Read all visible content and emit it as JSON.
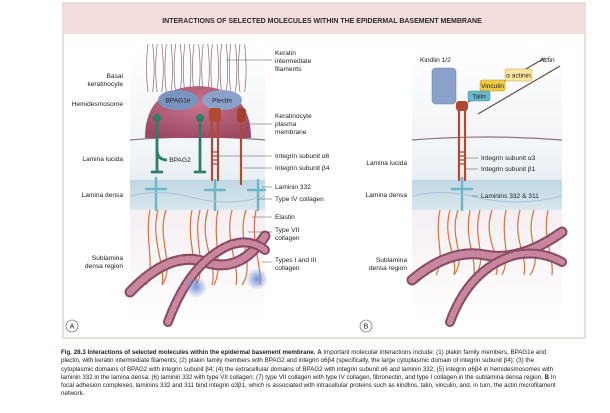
{
  "title": "INTERACTIONS OF SELECTED MOLECULES WITHIN THE EPIDERMAL BASEMENT MEMBRANE",
  "panel_a": {
    "letter": "A",
    "left_labels": {
      "basal_keratinocyte": [
        "Basal",
        "keratinocyte"
      ],
      "hemidesmosome": "Hemidesmosome",
      "lamina_lucida": "Lamina lucida",
      "lamina_densa": "Lamina densa",
      "sublamina": [
        "Sublamina",
        "densa region"
      ]
    },
    "inner_labels": {
      "bpag1e": "BPAG1e",
      "plectin": "Plectin",
      "bpag2": "BPAG2"
    },
    "right_labels": {
      "keratin": [
        "Keratin",
        "intermediate",
        "filaments"
      ],
      "plasma_membrane": [
        "Keratinocyte",
        "plasma",
        "membrane"
      ],
      "integrin_a6": "Integrin subunit α6",
      "integrin_b4": "Integrin subunit β4",
      "laminin": "Laminin 332",
      "collagen_iv": "Type IV collagen",
      "elastin": "Elastin",
      "collagen_vii": [
        "Type VII",
        "collagen"
      ],
      "collagen_i_iii": [
        "Types I and III",
        "collagen"
      ]
    }
  },
  "panel_b": {
    "letter": "B",
    "inner_labels": {
      "kindlin": "Kindlin 1/2",
      "actin": "Actin",
      "vinculin": "Vinculin",
      "alpha_actinin": "α actinin",
      "talin": "Talin"
    },
    "left_labels": {
      "lamina_lucida": "Lamina lucida",
      "lamina_densa": "Lamina densa",
      "sublamina": [
        "Sublamina",
        "densa region"
      ]
    },
    "right_labels": {
      "integrin_a3": "Integrin subunit α3",
      "integrin_b1": "Integrin subunit β1",
      "laminins": "Laminins 332 & 311"
    }
  },
  "caption": {
    "label": "Fig. 28.3 Interactions of selected molecules within the epidermal basement membrane.",
    "a_label": "A",
    "a_text": " Important molecular interactions include: (1) plakin family members, BPAG1e and plectin, with keratin intermediate filaments; (2) plakin family members with BPAG2 and integrin α6β4 (specifically, the large cytoplasmic domain of integrin subunit β4); (3) the cytoplasmic domains of BPAG2 with integrin subunit β4; (4) the extracellular domains of BPAG2 with integrin subunit α6 and laminin 332; (5) integrin α6β4 in hemidesmosomes with laminin 332 in the lamina densa; (6) laminin 332 with type VII collagen; (7) type VII collagen with type IV collagen, fibronectin, and type I collagen in the sublamina densa region.",
    "b_label": "B",
    "b_text": " In focal adhesion complexes, laminins 332 and 311 bind integrin α3β1, which is associated with intracellular proteins such as kindlins, talin, vinculin, and, in turn, the actin microfilament network."
  },
  "colors": {
    "header_band": "#f3dedd",
    "frame": "#d7b7b7",
    "hemidesmosome": "#b35a73",
    "plakin": "#6f89b3",
    "bpag2": "#2f7e6a",
    "integrin": "#b14a35",
    "laminin": "#6bb7c9",
    "lamina_densa": "#c6dbe5",
    "collagen_fiber": "#9a5870",
    "keratin": "#7a5e6b"
  }
}
